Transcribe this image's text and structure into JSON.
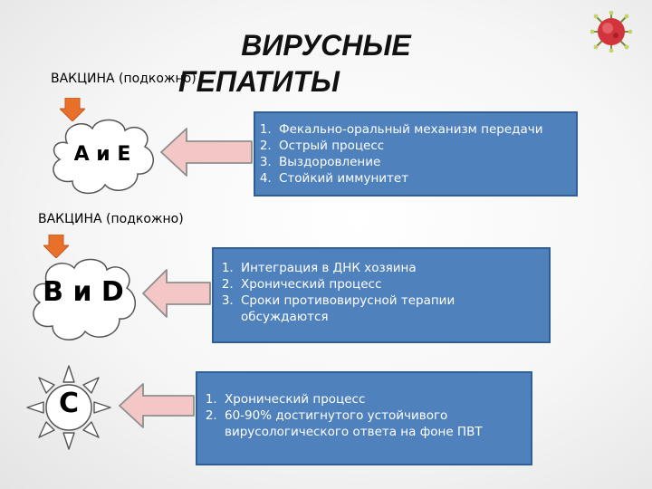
{
  "title": {
    "line1": "ВИРУСНЫЕ",
    "line2": "ГЕПАТИТЫ"
  },
  "colors": {
    "box_fill": "#4f81bd",
    "box_border": "#2f5f94",
    "arrow_fill": "#f4c7c7",
    "arrow_stroke": "#8e8e8e",
    "vaccine_arrow": "#e8702a",
    "shape_fill": "#ffffff",
    "shape_stroke": "#555555"
  },
  "vaccine_label_1": "ВАКЦИНА (подкожно)",
  "vaccine_label_2": "ВАКЦИНА (подкожно)",
  "groups": [
    {
      "name": "А и Е",
      "shape": "cloud",
      "items": [
        "Фекально-оральный механизм передачи",
        "Острый процесс",
        "Выздоровление",
        "Стойкий иммунитет"
      ]
    },
    {
      "name": "В и D",
      "shape": "cloud",
      "items": [
        "Интеграция в ДНК хозяина",
        "Хронический процесс",
        "Сроки противовирусной терапии обсуждаются"
      ]
    },
    {
      "name": "С",
      "shape": "sun",
      "items": [
        "Хронический процесс",
        "60-90% достигнутого устойчивого вирусологического ответа на фоне ПВТ"
      ]
    }
  ],
  "icons": {
    "virus": "virus-image"
  }
}
